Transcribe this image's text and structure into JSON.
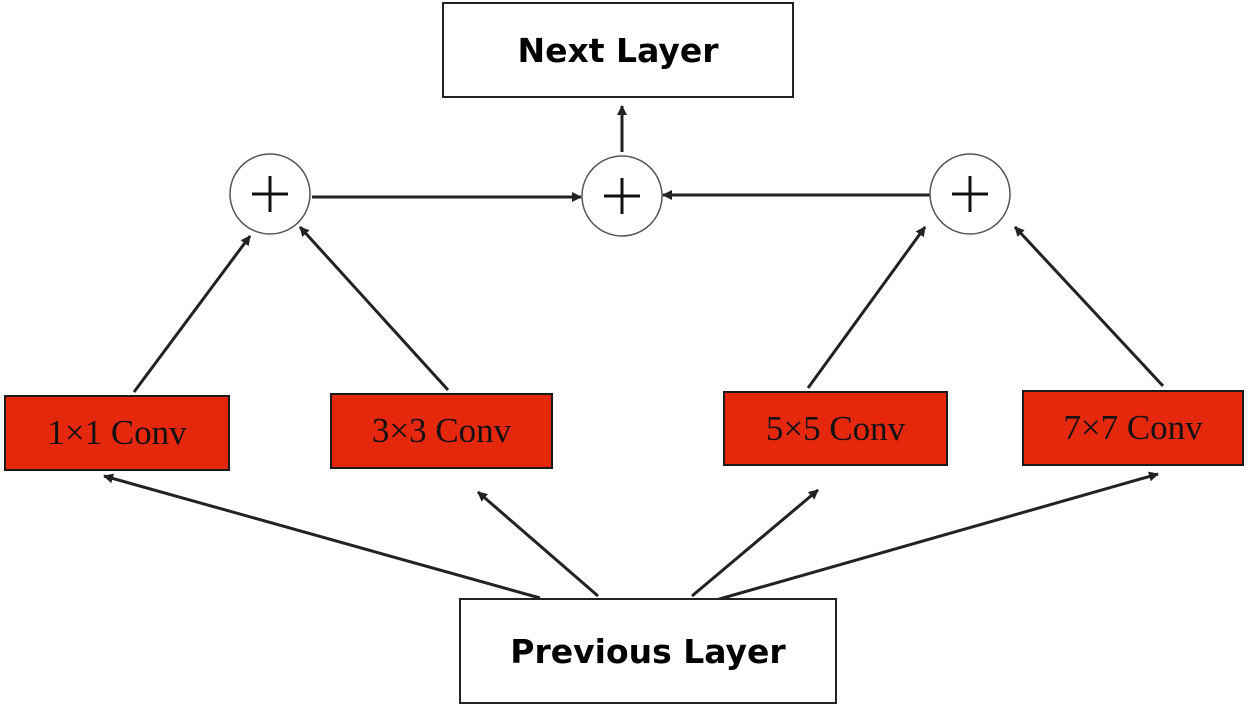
{
  "next_layer": {
    "label": "Next Layer"
  },
  "previous_layer": {
    "label": "Previous Layer"
  },
  "conv_blocks": [
    {
      "label": "1×1 Conv"
    },
    {
      "label": "3×3 Conv"
    },
    {
      "label": "5×5 Conv"
    },
    {
      "label": "7×7 Conv"
    }
  ],
  "adders": [
    {
      "symbol": "+"
    },
    {
      "symbol": "+"
    },
    {
      "symbol": "+"
    }
  ],
  "colors": {
    "conv_fill": "#e5280c",
    "line": "#222222",
    "box_fill": "#ffffff"
  }
}
